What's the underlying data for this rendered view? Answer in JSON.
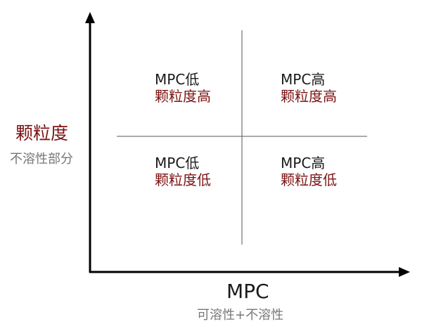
{
  "axes": {
    "y_title": "颗粒度",
    "y_subtitle": "不溶性部分",
    "x_title": "MPC",
    "x_subtitle": "可溶性+不溶性"
  },
  "quadrants": {
    "top_left": {
      "line1": "MPC低",
      "line2": "颗粒度高"
    },
    "top_right": {
      "line1": "MPC高",
      "line2": "颗粒度高"
    },
    "bottom_left": {
      "line1": "MPC低",
      "line2": "颗粒度低"
    },
    "bottom_right": {
      "line1": "MPC高",
      "line2": "颗粒度低"
    }
  },
  "colors": {
    "accent": "#7b1313",
    "axis": "#000000",
    "divider": "#555555",
    "subtitle": "#777777"
  }
}
